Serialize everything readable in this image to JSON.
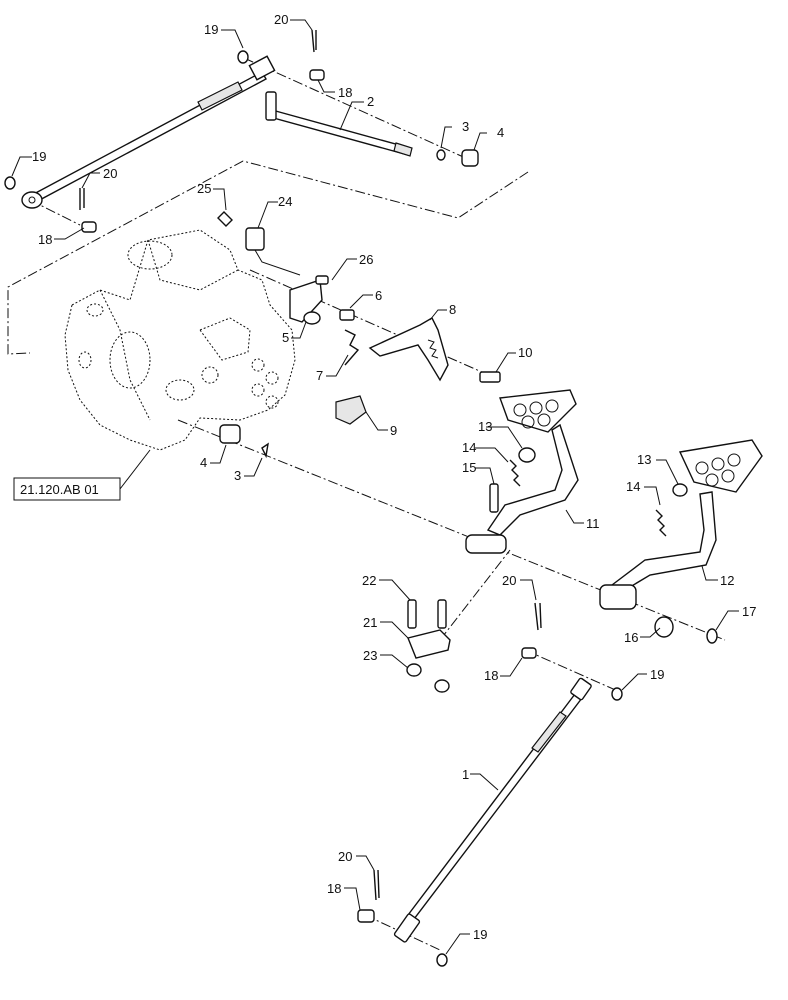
{
  "diagram": {
    "reference_label": "21.120.AB 01",
    "callouts": {
      "c1": "1",
      "c2": "2",
      "c3a": "3",
      "c3b": "3",
      "c4a": "4",
      "c4b": "4",
      "c5": "5",
      "c6": "6",
      "c7": "7",
      "c8": "8",
      "c9": "9",
      "c10": "10",
      "c11": "11",
      "c12": "12",
      "c13a": "13",
      "c13b": "13",
      "c14a": "14",
      "c14b": "14",
      "c15": "15",
      "c16": "16",
      "c17": "17",
      "c18a": "18",
      "c18b": "18",
      "c18c": "18",
      "c18d": "18",
      "c19a": "19",
      "c19b": "19",
      "c19c": "19",
      "c19d": "19",
      "c20a": "20",
      "c20b": "20",
      "c20c": "20",
      "c20d": "20",
      "c21": "21",
      "c22": "22",
      "c23": "23",
      "c24": "24",
      "c25": "25",
      "c26": "26"
    }
  }
}
